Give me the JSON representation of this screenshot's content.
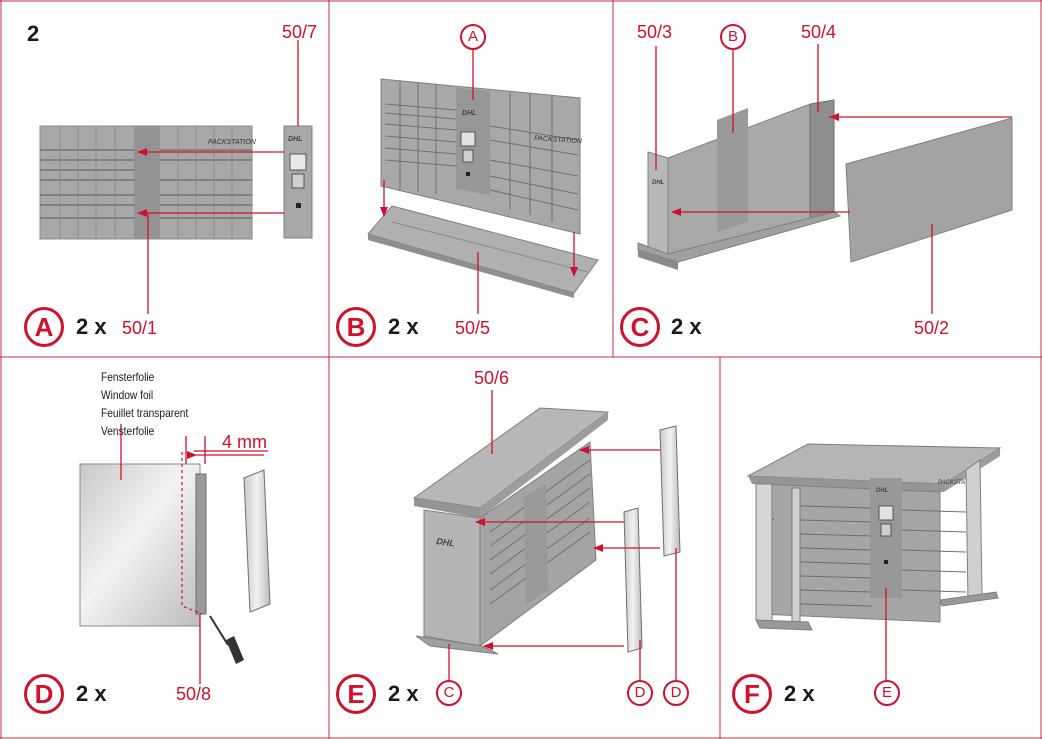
{
  "page_number": "2",
  "colors": {
    "accent": "#d0112b",
    "part_fill": "#a7a7a7",
    "part_dark": "#7e7e7e",
    "grid": "#9c9c9c"
  },
  "panels": {
    "a": {
      "step": "A",
      "qty": "2 x",
      "parts": [
        "50/7",
        "50/1"
      ],
      "brand": "PACKSTATION",
      "logo": "DHL"
    },
    "b": {
      "step": "B",
      "qty": "2 x",
      "ref": "A",
      "part": "50/5",
      "brand": "PACKSTATION",
      "logo": "DHL"
    },
    "c": {
      "step": "C",
      "qty": "2 x",
      "ref": "B",
      "parts": [
        "50/3",
        "50/4",
        "50/2"
      ],
      "logo": "DHL"
    },
    "d": {
      "step": "D",
      "qty": "2 x",
      "foil_labels": [
        "Fensterfolie",
        "Window foil",
        "Feuillet transparent",
        "Vensterfolie"
      ],
      "dimension": "4 mm",
      "part": "50/8"
    },
    "e": {
      "step": "E",
      "qty": "2 x",
      "ref": "C",
      "part": "50/6",
      "side_refs": [
        "D",
        "D"
      ],
      "logo": "DHL"
    },
    "f": {
      "step": "F",
      "qty": "2 x",
      "ref": "E",
      "brand": "PACKSTATION",
      "logo": "DHL"
    }
  }
}
